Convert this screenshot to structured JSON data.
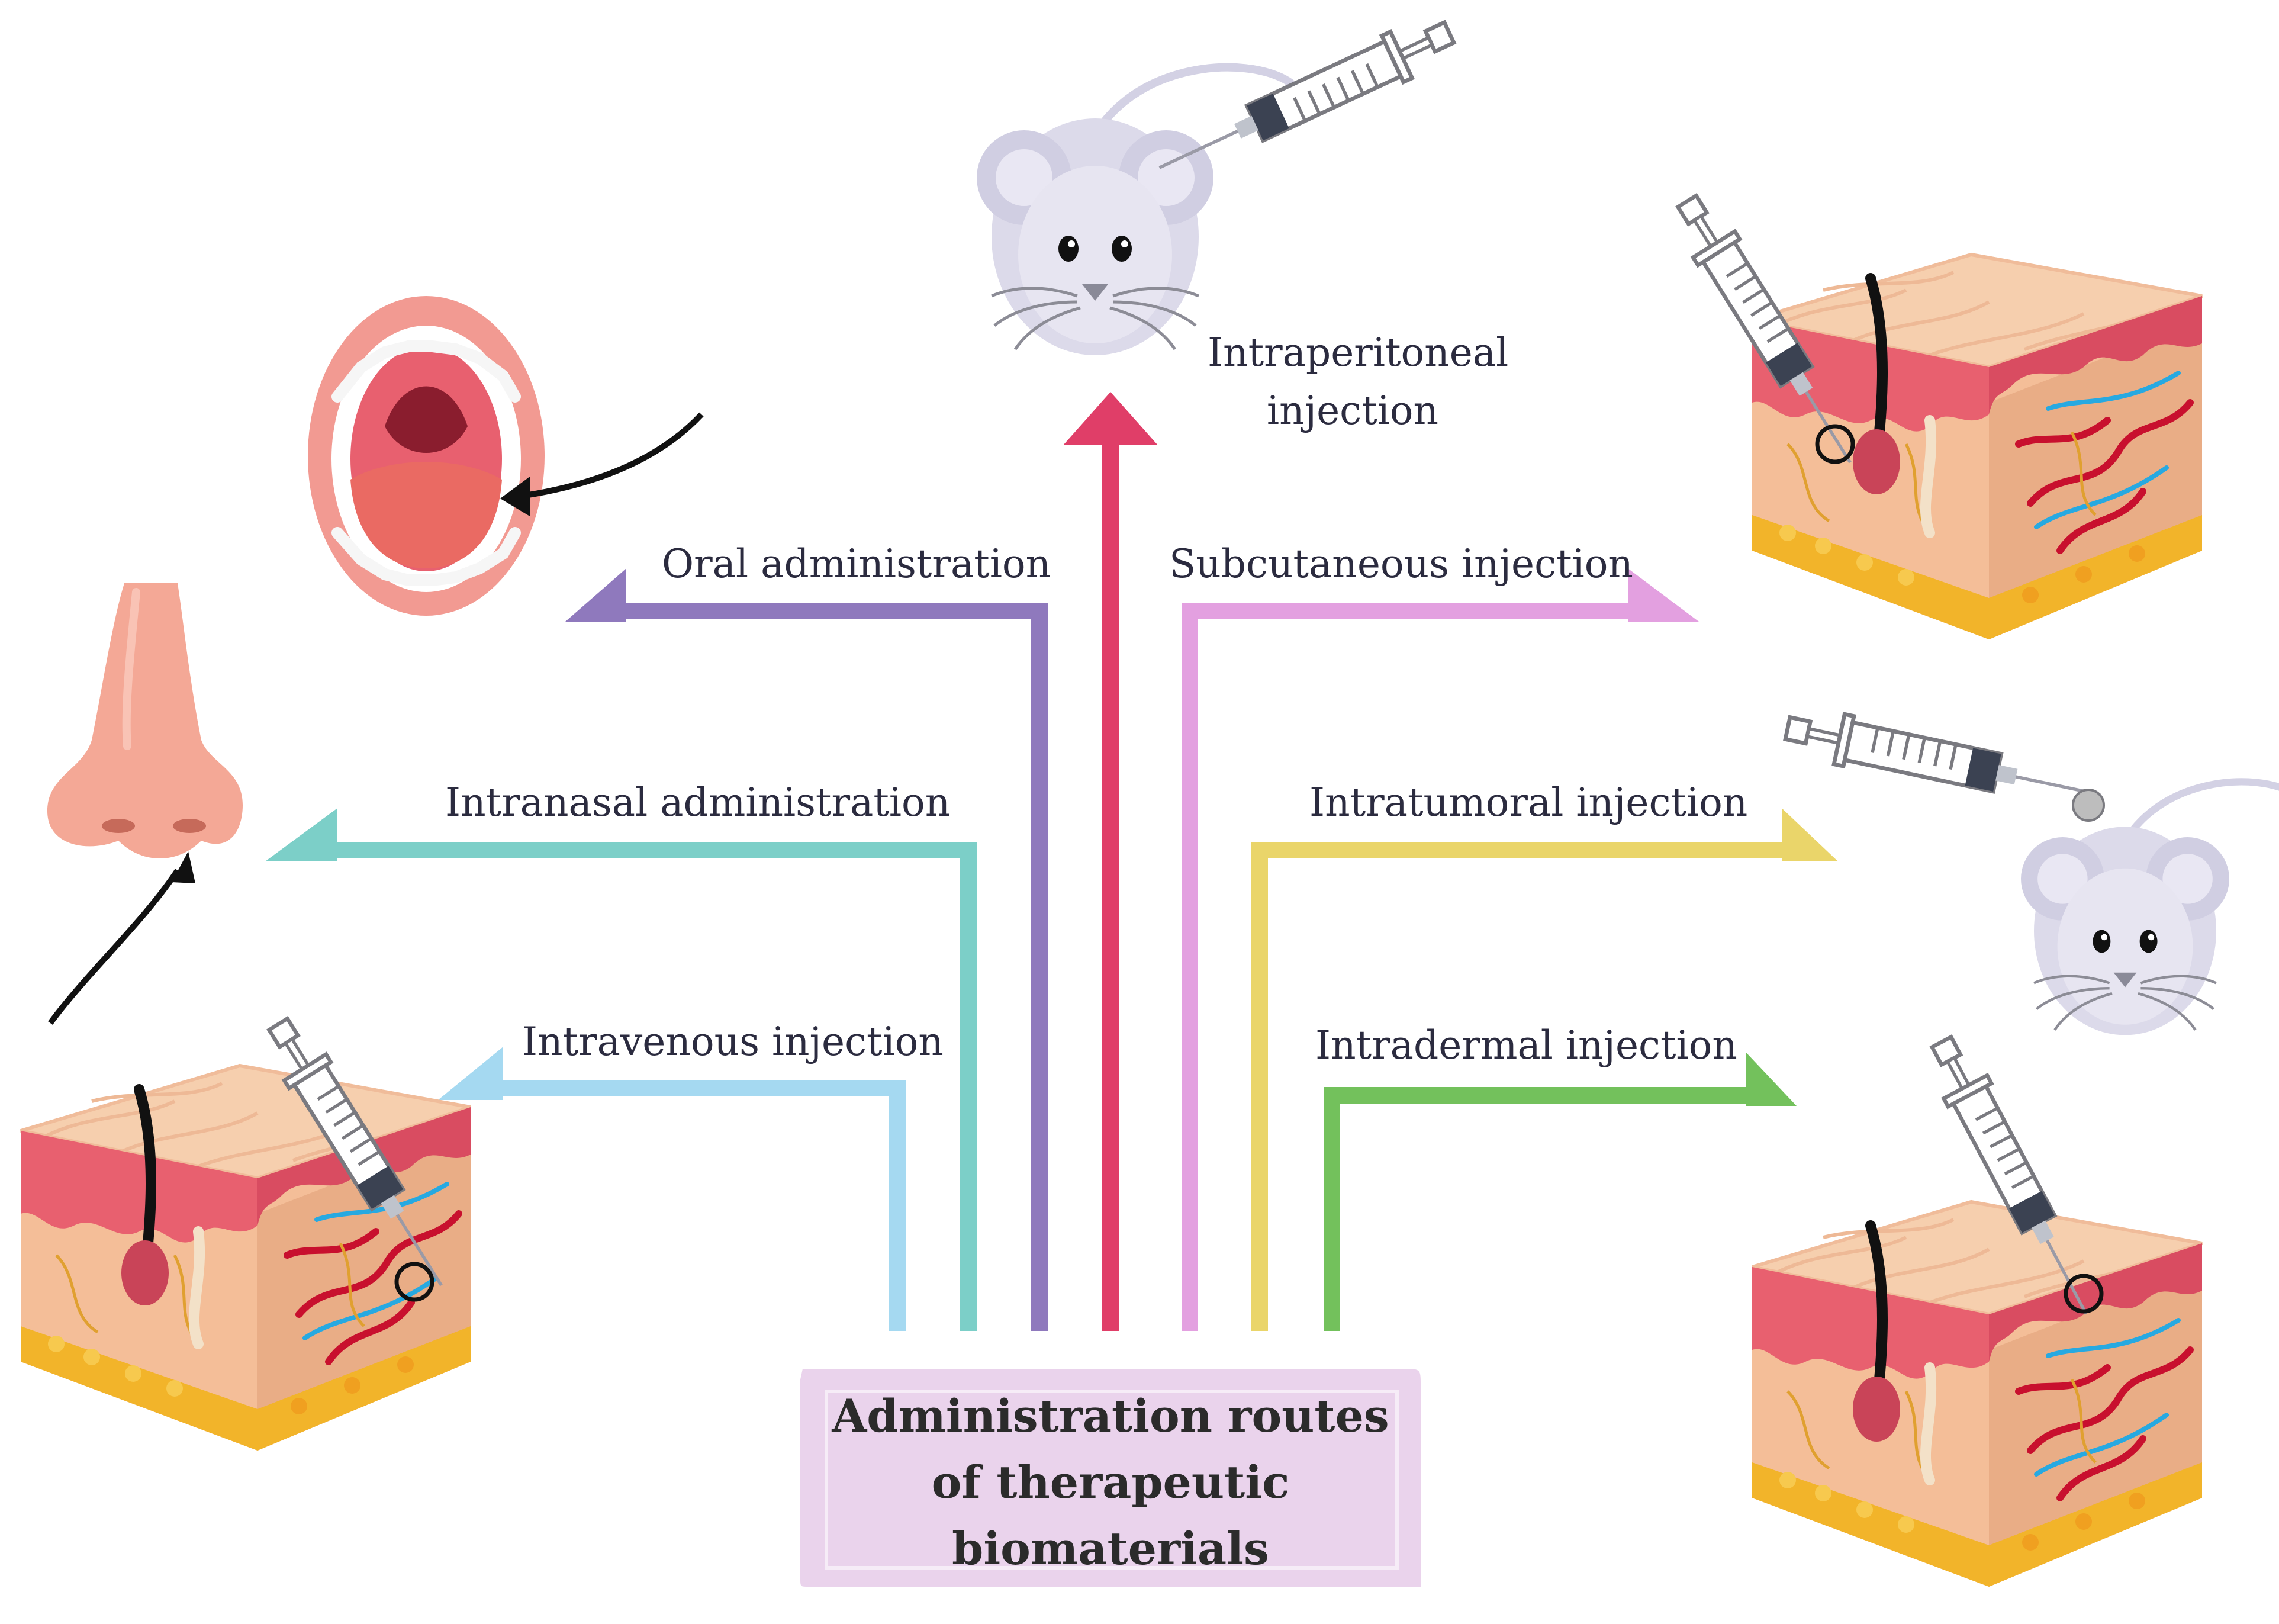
{
  "title": {
    "line1": "Administration routes",
    "line2": "of therapeutic",
    "line3": "biomaterials"
  },
  "routes": {
    "intraperitoneal": {
      "line1": "Intraperitoneal",
      "line2": "injection",
      "color": "#e03e68"
    },
    "oral": {
      "label": "Oral administration",
      "color": "#8f79bd"
    },
    "subcutaneous": {
      "label": "Subcutaneous injection",
      "color": "#e3a0e0"
    },
    "intranasal": {
      "label": "Intranasal administration",
      "color": "#7ccfc8"
    },
    "intratumoral": {
      "label": "Intratumoral injection",
      "color": "#ead56a"
    },
    "intravenous": {
      "label": "Intravenous injection",
      "color": "#a5d9f1"
    },
    "intradermal": {
      "label": "Intradermal injection",
      "color": "#73c15c"
    }
  },
  "colors": {
    "title_box_fill": "#ead3ec",
    "title_box_edge": "#f4e6f5",
    "skin_top": "#f6cfae",
    "dermis": "#f4be98",
    "epidermis": "#e8606f",
    "fat": "#f2b42a",
    "mouse_body": "#dcdaea",
    "nose": "#f4a896",
    "mouth_lips": "#f29a92",
    "black_arrow": "#111111"
  },
  "icons": {
    "mouse": "mouse-icon",
    "syringe": "syringe-icon",
    "skin": "skin-block-icon",
    "mouth": "mouth-icon",
    "nose": "nose-icon",
    "arrow": "curved-arrow-icon"
  }
}
